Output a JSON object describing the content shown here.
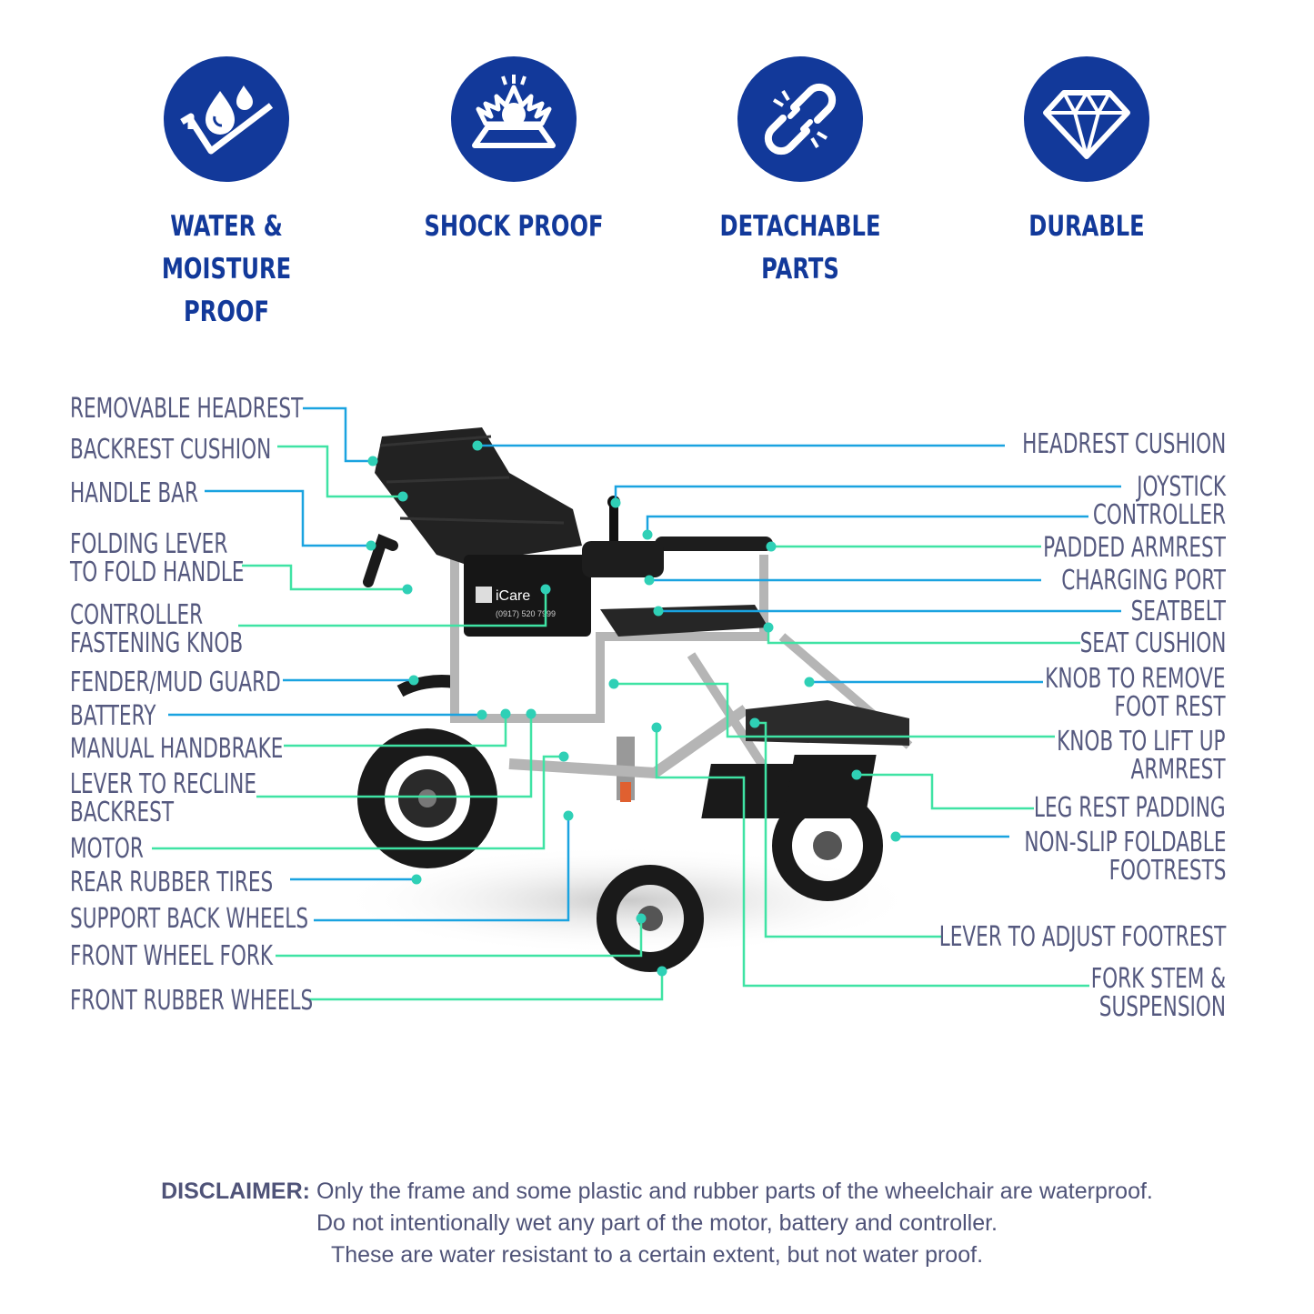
{
  "features": [
    {
      "icon": "water-drop-icon",
      "line1": "WATER & MOISTURE",
      "line2": "PROOF"
    },
    {
      "icon": "shock-proof-icon",
      "line1": "SHOCK PROOF",
      "line2": ""
    },
    {
      "icon": "broken-link-icon",
      "line1": "DETACHABLE",
      "line2": "PARTS"
    },
    {
      "icon": "diamond-icon",
      "line1": "DURABLE",
      "line2": ""
    }
  ],
  "left_callouts": [
    {
      "lines": [
        "REMOVABLE HEADREST"
      ]
    },
    {
      "lines": [
        "BACKREST CUSHION"
      ]
    },
    {
      "lines": [
        "HANDLE BAR"
      ]
    },
    {
      "lines": [
        "FOLDING LEVER",
        "TO FOLD HANDLE"
      ]
    },
    {
      "lines": [
        "CONTROLLER",
        "FASTENING KNOB"
      ]
    },
    {
      "lines": [
        "FENDER/MUD GUARD"
      ]
    },
    {
      "lines": [
        "BATTERY"
      ]
    },
    {
      "lines": [
        "MANUAL HANDBRAKE"
      ]
    },
    {
      "lines": [
        "LEVER TO RECLINE",
        "BACKREST"
      ]
    },
    {
      "lines": [
        "MOTOR"
      ]
    },
    {
      "lines": [
        "REAR RUBBER TIRES"
      ]
    },
    {
      "lines": [
        "SUPPORT BACK WHEELS"
      ]
    },
    {
      "lines": [
        "FRONT WHEEL FORK"
      ]
    },
    {
      "lines": [
        "FRONT RUBBER WHEELS"
      ]
    }
  ],
  "right_callouts": [
    {
      "lines": [
        "HEADREST CUSHION"
      ]
    },
    {
      "lines": [
        "JOYSTICK",
        "CONTROLLER"
      ]
    },
    {
      "lines": [
        "PADDED ARMREST"
      ]
    },
    {
      "lines": [
        "CHARGING PORT"
      ]
    },
    {
      "lines": [
        "SEATBELT"
      ]
    },
    {
      "lines": [
        "SEAT CUSHION"
      ]
    },
    {
      "lines": [
        "KNOB TO REMOVE",
        "FOOT REST"
      ]
    },
    {
      "lines": [
        "KNOB TO LIFT UP",
        "ARMREST"
      ]
    },
    {
      "lines": [
        "LEG REST PADDING"
      ]
    },
    {
      "lines": [
        "NON-SLIP FOLDABLE",
        "FOOTRESTS"
      ]
    },
    {
      "lines": [
        "LEVER TO ADJUST FOOTREST"
      ]
    },
    {
      "lines": [
        "FORK STEM &",
        "SUSPENSION"
      ]
    }
  ],
  "wheelchair": {
    "brand": "iCare",
    "phone": "(0917) 520 7999"
  },
  "disclaimer": {
    "label": "DISCLAIMER:",
    "line1": "Only the frame and some  plastic and rubber parts of the wheelchair are waterproof.",
    "line2": "Do not intentionally wet any part of the motor, battery and controller.",
    "line3": "These are water resistant to a certain extent, but not water proof."
  },
  "colors": {
    "brand_blue": "#12399a",
    "callout_text": "#55597f",
    "line_cyan": "#1aa3e0",
    "line_green": "#3fe3a4",
    "frame": "#1c1c1c"
  }
}
